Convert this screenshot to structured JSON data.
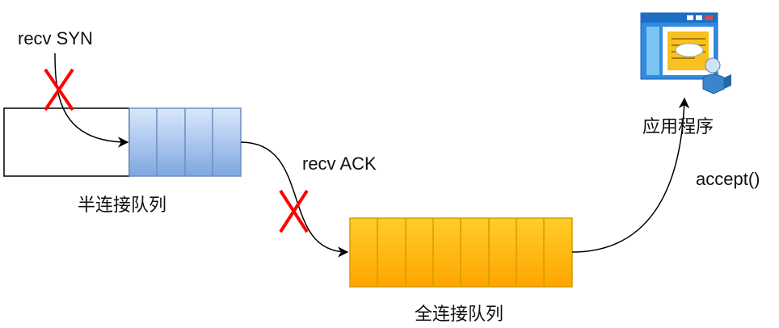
{
  "labels": {
    "recv_syn": "recv SYN",
    "recv_ack": "recv ACK",
    "half_queue": "半连接队列",
    "full_queue": "全连接队列",
    "application": "应用程序",
    "accept": "accept()"
  },
  "colors": {
    "half_queue_fill_top": "#dae8fc",
    "half_queue_fill_bottom": "#7ea6e0",
    "half_queue_stroke": "#6c8ebf",
    "full_queue_fill_top": "#ffcd28",
    "full_queue_fill_bottom": "#ffa500",
    "full_queue_stroke": "#d79b00",
    "drop_mark": "#ff0000",
    "arrow": "#000000"
  },
  "icons": {
    "application": "application-window-user-icon",
    "drop": "red-x-drop-icon"
  }
}
